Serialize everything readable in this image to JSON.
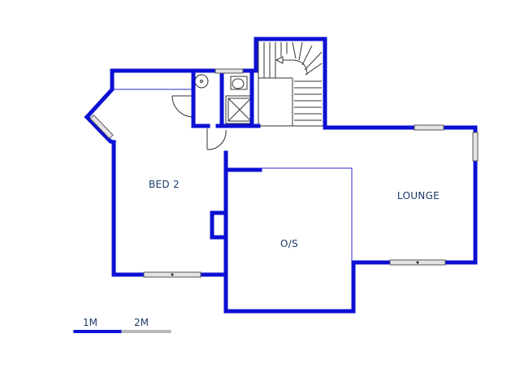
{
  "rooms": {
    "bed2": "BED 2",
    "lounge": "LOUNGE",
    "os": "O/S"
  },
  "scale_bar": {
    "label_1": "1M",
    "label_2": "2M"
  },
  "colors": {
    "wall": "#0c10d4",
    "scale_dark": "#0c10d4",
    "scale_light": "#b8b8b8",
    "label": "#1a3a6a"
  }
}
